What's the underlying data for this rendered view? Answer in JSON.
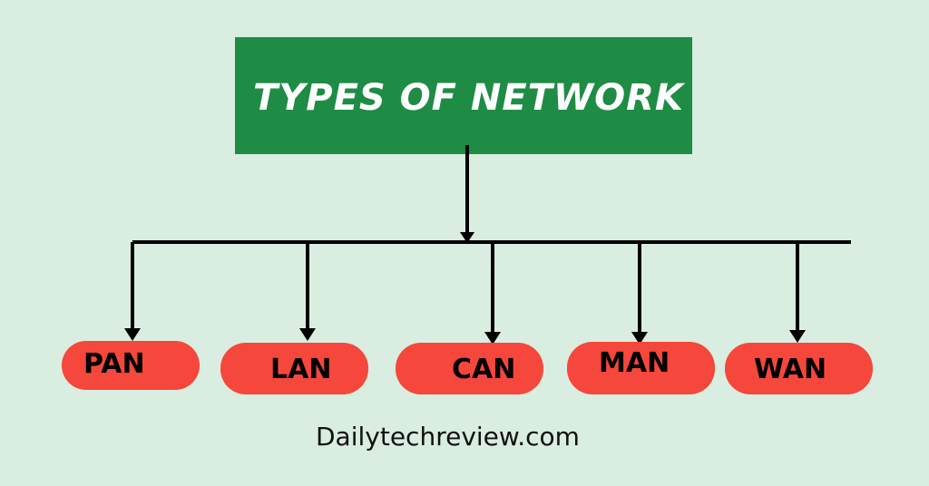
{
  "diagram": {
    "title": "TYPES OF NETWORK",
    "children": [
      {
        "label": "PAN"
      },
      {
        "label": "LAN"
      },
      {
        "label": "CAN"
      },
      {
        "label": "MAN"
      },
      {
        "label": "WAN"
      }
    ],
    "footer": "Dailytechreview.com",
    "colors": {
      "background": "#d9ede0",
      "title_box": "#1f8c45",
      "pill": "#f5473b",
      "lines": "#000000"
    }
  }
}
